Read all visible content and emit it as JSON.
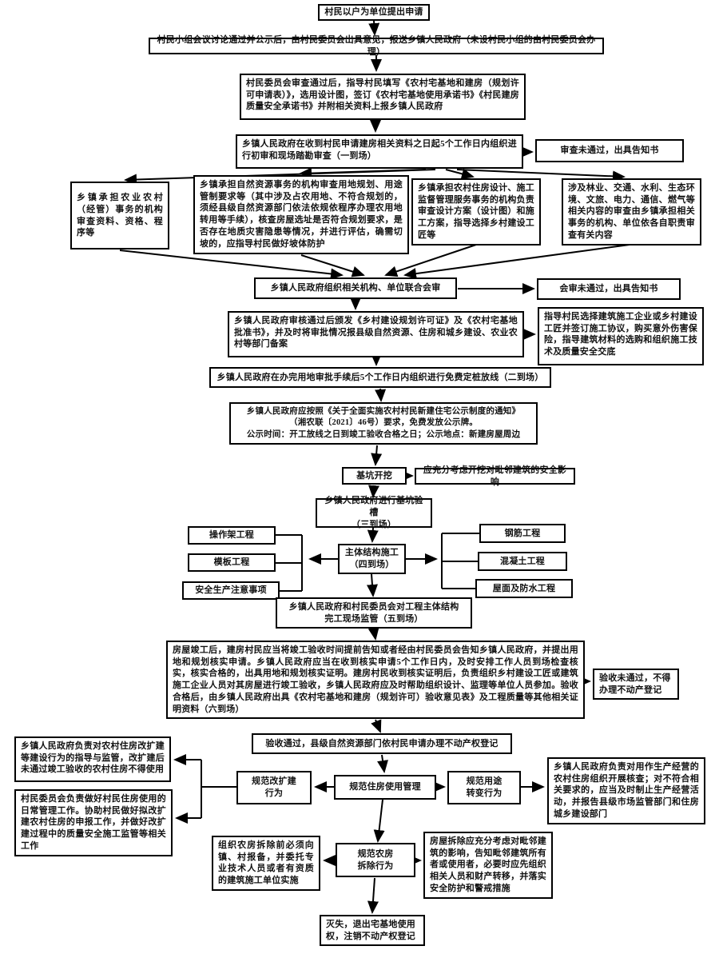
{
  "diagram": {
    "nodes": {
      "apply": "村民以户为单位提出申请",
      "group_discussion": "村民小组会议讨论通过并公示后，由村民委员会出具意见，报送乡镇人民政府（未设村民小组的由村民委员会办理）",
      "committee_review": "村民委员会审查通过后，指导村民填写《农村宅基地和建房（规划许可申请表）》，选用设计图，签订《农村宅基地使用承诺书》《村民建房质量安全承诺书》并附相关资料上报乡镇人民政府",
      "initial_review": "乡镇人民政府在收到村民申请建房相关资料之日起5个工作日内组织进行初审和现场踏勘审查（一到场）",
      "review_fail": "审查未通过，出具告知书",
      "agri_review": "乡镇承担农业农村（经管）事务的机构审查资料、资格、程序等",
      "nature_review": "乡镇承担自然资源事务的机构审查用地规划、用途管制要求等（其中涉及占农用地、不符合规划的，须经县级自然资源部门依法依规依程序办理农用地转用等手续），核查房屋选址是否符合规划要求，是否存在地质灾害隐患等情况，并进行评估，确需切坡的，应指导村民做好坡体防护",
      "design_review": "乡镇承担农村住房设计、施工监督管理服务事务的机构负责审查设计方案（设计图）和施工方案，指导选择乡村建设工匠等",
      "sector_review": "涉及林业、交通、水利、生态环境、文旅、电力、通信、燃气等相关内容的审查由乡镇承担相关事务的机构、单位依各自职责审查有关内容",
      "joint_review": "乡镇人民政府组织相关机构、单位联合会审",
      "joint_fail": "会审未通过，出具告知书",
      "permit_issue": "乡镇人民政府审核通过后颁发《乡村建设规划许可证》及《农村宅基地批准书》，并及时将审批情况报县级自然资源、住房和城乡建设、农业农村等部门备案",
      "builder_guidance": "指导村民选择建筑施工企业或乡村建设工匠并签订施工协议，购买意外伤害保险，指导建筑材料的选购和组织施工技术及质量安全交底",
      "stakeout": "乡镇人民政府在办完用地审批手续后5个工作日内组织进行免费定桩放线（二到场）",
      "public_notice": "乡镇人民政府应按照《关于全面实施农村村民新建住宅公示制度的通知》\n（湘农联〔2021〕46号）要求，免费发放公示牌。\n公示时间：开工放线之日到竣工验收合格之日；公示地点：新建房屋周边",
      "pit_excavation": "基坑开挖",
      "excavation_note": "应充分考虑开挖对毗邻建筑的安全影响",
      "pit_inspection": "乡镇人民政府进行基坑验槽\n（三到场）",
      "scaffold": "操作架工程",
      "formwork": "模板工程",
      "safety_notes": "安全生产注意事项",
      "main_structure": "主体结构施工\n（四到场）",
      "rebar": "钢筋工程",
      "concrete": "混凝土工程",
      "roof_waterproof": "屋面及防水工程",
      "structure_supervision": "乡镇人民政府和村民委员会对工程主体结构\n完工现场监管（五到场）",
      "completion_acceptance": "房屋竣工后，建房村民应当将竣工验收时间提前告知或者经由村民委员会告知乡镇人民政府，并提出用地和规划核实申请。乡镇人民政府应当在收到核实申请5个工作日内，及时安排工作人员到场检查核实，核实合格的，出具用地和规划核实证明。建房村民收到核实证明后，负责组织乡村建设工匠或建筑施工企业人员对其房屋进行竣工验收，乡镇人民政府应及时帮助组织设计、监理等单位人员参加。验收合格后，由乡镇人民政府出具《农村宅基地和建房（规划许可）验收意见表》及工程质量等其他相关证明资料（六到场）",
      "acceptance_fail": "验收未通过，不得\n办理不动产登记",
      "registration": "验收通过，县级自然资源部门依村民申请办理不动产权登记",
      "renovation": "规范改扩建\n行为",
      "usage_mgmt": "规范住房使用管理",
      "usage_change": "规范用途\n转变行为",
      "gov_renovation": "乡镇人民政府负责对农村住房改扩建等建设行为的指导与监管，改扩建后未通过竣工验收的农村住房不得使用",
      "committee_mgmt": "村民委员会负责做好村民住房使用的日常管理工作。协助村民做好拟改扩建农村住房的申报工作，并做好改扩建过程中的质量安全施工监管等相关工作",
      "business_check": "乡镇人民政府负责对用作生产经营的农村住房组织开展核查；对不符合相关要求的，应当及时制止生产经营活动，并报告县级市场监管部门和住房城乡建设部门",
      "demolition": "规范农房\n拆除行为",
      "demolition_filing": "组织农房拆除前必须向镇、村报备，并委托专业技术人员或者有资质的建筑施工单位实施",
      "demolition_safety": "房屋拆除应充分考虑对毗邻建筑的影响，告知毗邻建筑所有者或使用者，必要时应先组织相关人员和财产转移，并落实安全防护和警戒措施",
      "deregistration": "灭失，退出宅基地使用\n权，注销不动产权登记"
    }
  }
}
